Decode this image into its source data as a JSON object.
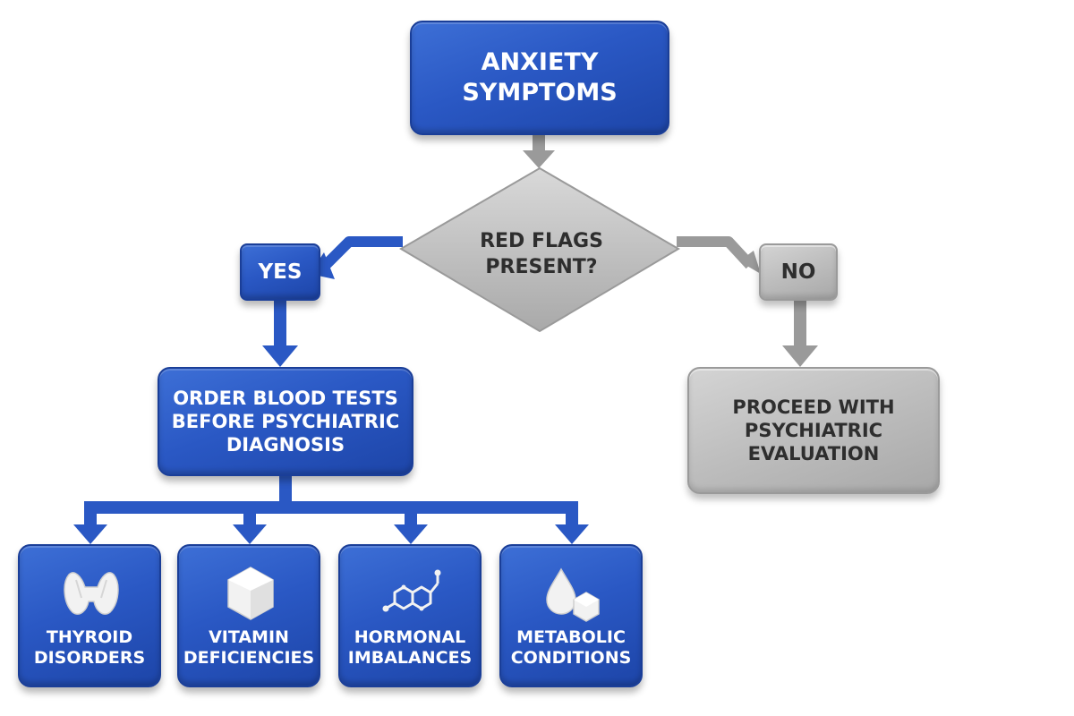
{
  "colors": {
    "primary_blue": "#2a58c4",
    "neutral_gray": "#bdbdbd",
    "connector_blue": "#2a58c4",
    "connector_gray": "#9a9a9a",
    "icon_white": "#f2f2f2"
  },
  "nodes": {
    "start": {
      "label": "ANXIETY\nSYMPTOMS"
    },
    "decision": {
      "label": "RED FLAGS\nPRESENT?"
    },
    "yes": {
      "label": "YES"
    },
    "no": {
      "label": "NO"
    },
    "blood_tests": {
      "label": "ORDER BLOOD TESTS\nBEFORE PSYCHIATRIC\nDIAGNOSIS"
    },
    "proceed": {
      "label": "PROCEED WITH\nPSYCHIATRIC\nEVALUATION"
    }
  },
  "conditions": [
    {
      "label": "THYROID\nDISORDERS",
      "icon": "thyroid-gland-icon"
    },
    {
      "label": "VITAMIN\nDEFICIENCIES",
      "icon": "vitamin-polyhedron-icon"
    },
    {
      "label": "HORMONAL\nIMBALANCES",
      "icon": "molecule-structure-icon"
    },
    {
      "label": "METABOLIC\nCONDITIONS",
      "icon": "drop-and-crystal-icon"
    }
  ]
}
